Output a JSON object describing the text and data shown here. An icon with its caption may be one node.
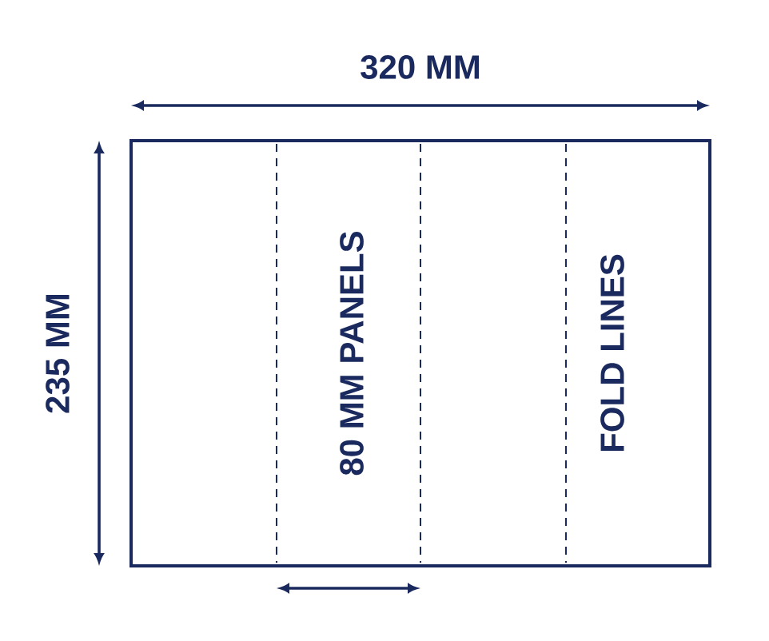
{
  "diagram": {
    "labels": [
      "320 MM",
      "235 MM",
      "80 MM PANELS",
      "FOLD LINES"
    ]
  }
}
